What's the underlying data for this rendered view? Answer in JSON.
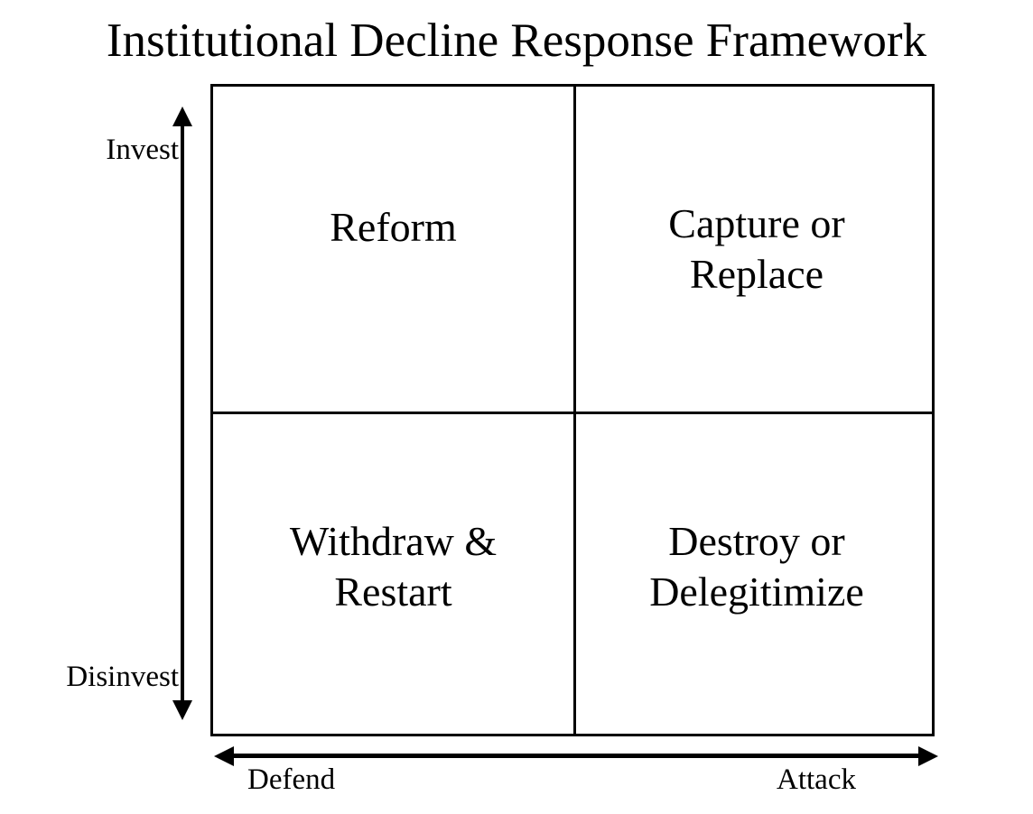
{
  "title": "Institutional Decline Response Framework",
  "axes": {
    "vertical": {
      "name": "investment-axis",
      "top_label": "Invest",
      "bottom_label": "Disinvest",
      "arrow": "double-headed-vertical"
    },
    "horizontal": {
      "name": "stance-axis",
      "left_label": "Defend",
      "right_label": "Attack",
      "arrow": "double-headed-horizontal"
    }
  },
  "quadrants": [
    {
      "position": "top-left",
      "label": "Reform",
      "lines": [
        "Reform"
      ],
      "vertical": "Invest",
      "horizontal": "Defend"
    },
    {
      "position": "top-right",
      "label": "Capture or Replace",
      "lines": [
        "Capture or",
        "Replace"
      ],
      "vertical": "Invest",
      "horizontal": "Attack"
    },
    {
      "position": "bottom-left",
      "label": "Withdraw & Restart",
      "lines": [
        "Withdraw &",
        "Restart"
      ],
      "vertical": "Disinvest",
      "horizontal": "Defend"
    },
    {
      "position": "bottom-right",
      "label": "Destroy or Delegitimize",
      "lines": [
        "Destroy or",
        "Delegitimize"
      ],
      "vertical": "Disinvest",
      "horizontal": "Attack"
    }
  ],
  "colors": {
    "background": "#ffffff",
    "ink": "#000000",
    "border": "#000000"
  }
}
